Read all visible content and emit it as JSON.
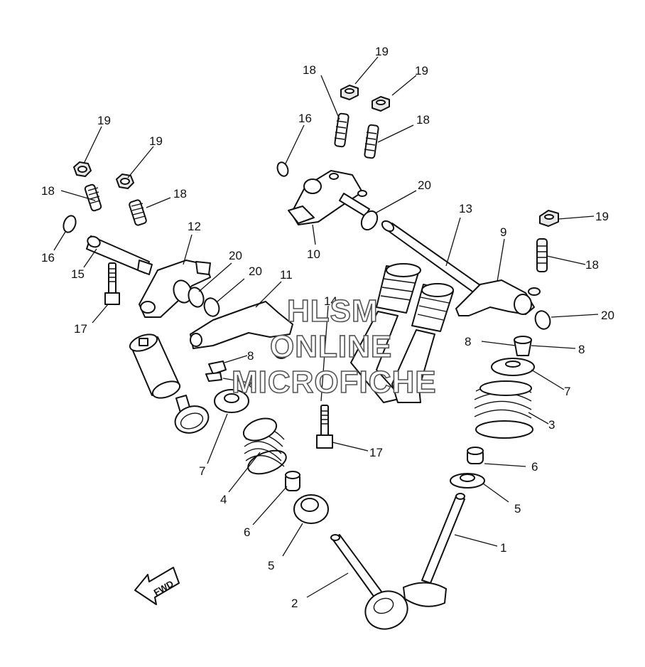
{
  "diagram": {
    "watermark": [
      "HLSM",
      "ONLINE",
      "MICROFICHE"
    ],
    "direction_arrow": {
      "label": "FWD",
      "icon": "fwd-arrow-icon"
    },
    "callouts": [
      {
        "id": "c19a",
        "label": "19"
      },
      {
        "id": "c18a",
        "label": "18"
      },
      {
        "id": "c19b",
        "label": "19"
      },
      {
        "id": "c16a",
        "label": "16"
      },
      {
        "id": "c18b",
        "label": "18"
      },
      {
        "id": "c20a",
        "label": "20"
      },
      {
        "id": "c13",
        "label": "13"
      },
      {
        "id": "c10",
        "label": "10"
      },
      {
        "id": "c19c",
        "label": "19"
      },
      {
        "id": "c19d",
        "label": "19"
      },
      {
        "id": "c18c",
        "label": "18"
      },
      {
        "id": "c18d",
        "label": "18"
      },
      {
        "id": "c16b",
        "label": "16"
      },
      {
        "id": "c15",
        "label": "15"
      },
      {
        "id": "c12",
        "label": "12"
      },
      {
        "id": "c20b",
        "label": "20"
      },
      {
        "id": "c20c",
        "label": "20"
      },
      {
        "id": "c11",
        "label": "11"
      },
      {
        "id": "c17a",
        "label": "17"
      },
      {
        "id": "c14",
        "label": "14"
      },
      {
        "id": "c9",
        "label": "9"
      },
      {
        "id": "c19e",
        "label": "19"
      },
      {
        "id": "c18e",
        "label": "18"
      },
      {
        "id": "c20d",
        "label": "20"
      },
      {
        "id": "c8a",
        "label": "8"
      },
      {
        "id": "c8b",
        "label": "8"
      },
      {
        "id": "c8c",
        "label": "8"
      },
      {
        "id": "c8d",
        "label": "8"
      },
      {
        "id": "c7a",
        "label": "7"
      },
      {
        "id": "c3",
        "label": "3"
      },
      {
        "id": "c7b",
        "label": "7"
      },
      {
        "id": "c17b",
        "label": "17"
      },
      {
        "id": "c6a",
        "label": "6"
      },
      {
        "id": "c4",
        "label": "4"
      },
      {
        "id": "c5a",
        "label": "5"
      },
      {
        "id": "c6b",
        "label": "6"
      },
      {
        "id": "c1",
        "label": "1"
      },
      {
        "id": "c5b",
        "label": "5"
      },
      {
        "id": "c2",
        "label": "2"
      }
    ]
  }
}
